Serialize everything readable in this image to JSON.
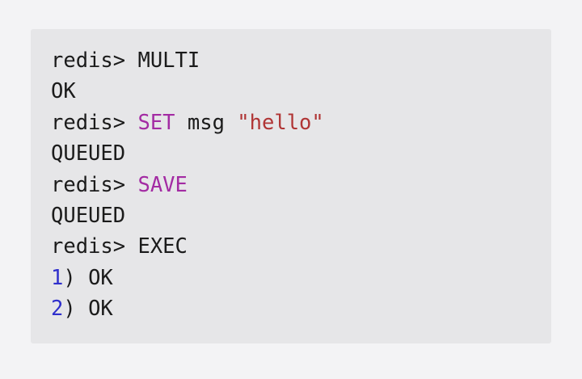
{
  "colors": {
    "page_background": "#f3f3f5",
    "panel_background": "#e6e6e8",
    "text": "#1b1b1b",
    "keyword": "#a32ba3",
    "string": "#b03535",
    "index": "#2f2fcc"
  },
  "terminal": {
    "prompt": "redis> ",
    "lines": [
      {
        "type": "input",
        "tokens": [
          {
            "kind": "prompt",
            "text": "redis> "
          },
          {
            "kind": "plain",
            "text": "MULTI"
          }
        ]
      },
      {
        "type": "output",
        "tokens": [
          {
            "kind": "plain",
            "text": "OK"
          }
        ]
      },
      {
        "type": "input",
        "tokens": [
          {
            "kind": "prompt",
            "text": "redis> "
          },
          {
            "kind": "keyword",
            "text": "SET"
          },
          {
            "kind": "plain",
            "text": " msg "
          },
          {
            "kind": "string",
            "text": "\"hello\""
          }
        ]
      },
      {
        "type": "output",
        "tokens": [
          {
            "kind": "plain",
            "text": "QUEUED"
          }
        ]
      },
      {
        "type": "input",
        "tokens": [
          {
            "kind": "prompt",
            "text": "redis> "
          },
          {
            "kind": "keyword",
            "text": "SAVE"
          }
        ]
      },
      {
        "type": "output",
        "tokens": [
          {
            "kind": "plain",
            "text": "QUEUED"
          }
        ]
      },
      {
        "type": "input",
        "tokens": [
          {
            "kind": "prompt",
            "text": "redis> "
          },
          {
            "kind": "plain",
            "text": "EXEC"
          }
        ]
      },
      {
        "type": "output",
        "tokens": [
          {
            "kind": "index",
            "text": "1"
          },
          {
            "kind": "plain",
            "text": ") OK"
          }
        ]
      },
      {
        "type": "output",
        "tokens": [
          {
            "kind": "index",
            "text": "2"
          },
          {
            "kind": "plain",
            "text": ") OK"
          }
        ]
      }
    ]
  }
}
